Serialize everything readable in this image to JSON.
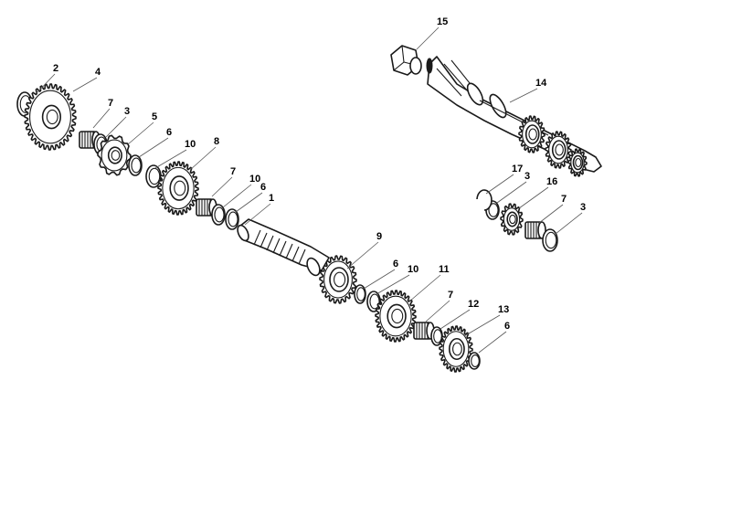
{
  "diagram": {
    "type": "exploded-parts-view",
    "callouts": [
      "1",
      "2",
      "3",
      "3",
      "3",
      "4",
      "5",
      "6",
      "6",
      "6",
      "6",
      "7",
      "7",
      "7",
      "7",
      "8",
      "9",
      "10",
      "10",
      "10",
      "11",
      "12",
      "13",
      "14",
      "15",
      "16",
      "17"
    ]
  }
}
